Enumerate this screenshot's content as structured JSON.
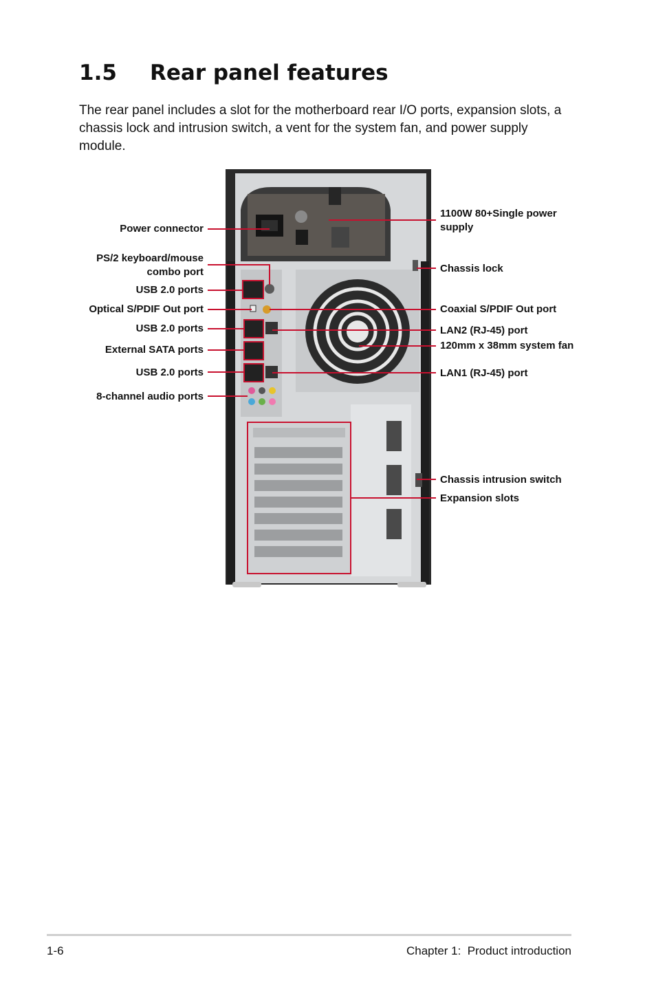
{
  "section": {
    "number": "1.5",
    "title": "Rear panel features"
  },
  "intro": "The rear panel includes a slot for the motherboard rear I/O ports, expansion slots, a chassis lock and intrusion switch, a vent for the system fan, and power supply module.",
  "callouts_left": {
    "power_connector": "Power connector",
    "ps2_line1": "PS/2 keyboard/mouse",
    "ps2_line2": "combo port",
    "usb_1": "USB 2.0 ports",
    "optical_spdif": "Optical S/PDIF Out port",
    "usb_2": "USB 2.0 ports",
    "esata": "External SATA ports",
    "usb_3": "USB 2.0 ports",
    "audio": "8-channel audio ports"
  },
  "callouts_right": {
    "psu_line1": "1100W 80+Single power",
    "psu_line2": "supply",
    "chassis_lock": "Chassis lock",
    "coaxial_spdif": "Coaxial S/PDIF Out port",
    "lan2": "LAN2 (RJ-45) port",
    "fan": "120mm x 38mm system fan",
    "lan1": "LAN1 (RJ-45) port",
    "intrusion": "Chassis intrusion switch",
    "expansion": "Expansion slots"
  },
  "colors": {
    "callout_line": "#c8102e",
    "chassis_dark": "#2a2a2a",
    "chassis_silver": "#d6d8da"
  },
  "footer": {
    "page": "1-6",
    "chapter": "Chapter 1:  Product introduction"
  }
}
